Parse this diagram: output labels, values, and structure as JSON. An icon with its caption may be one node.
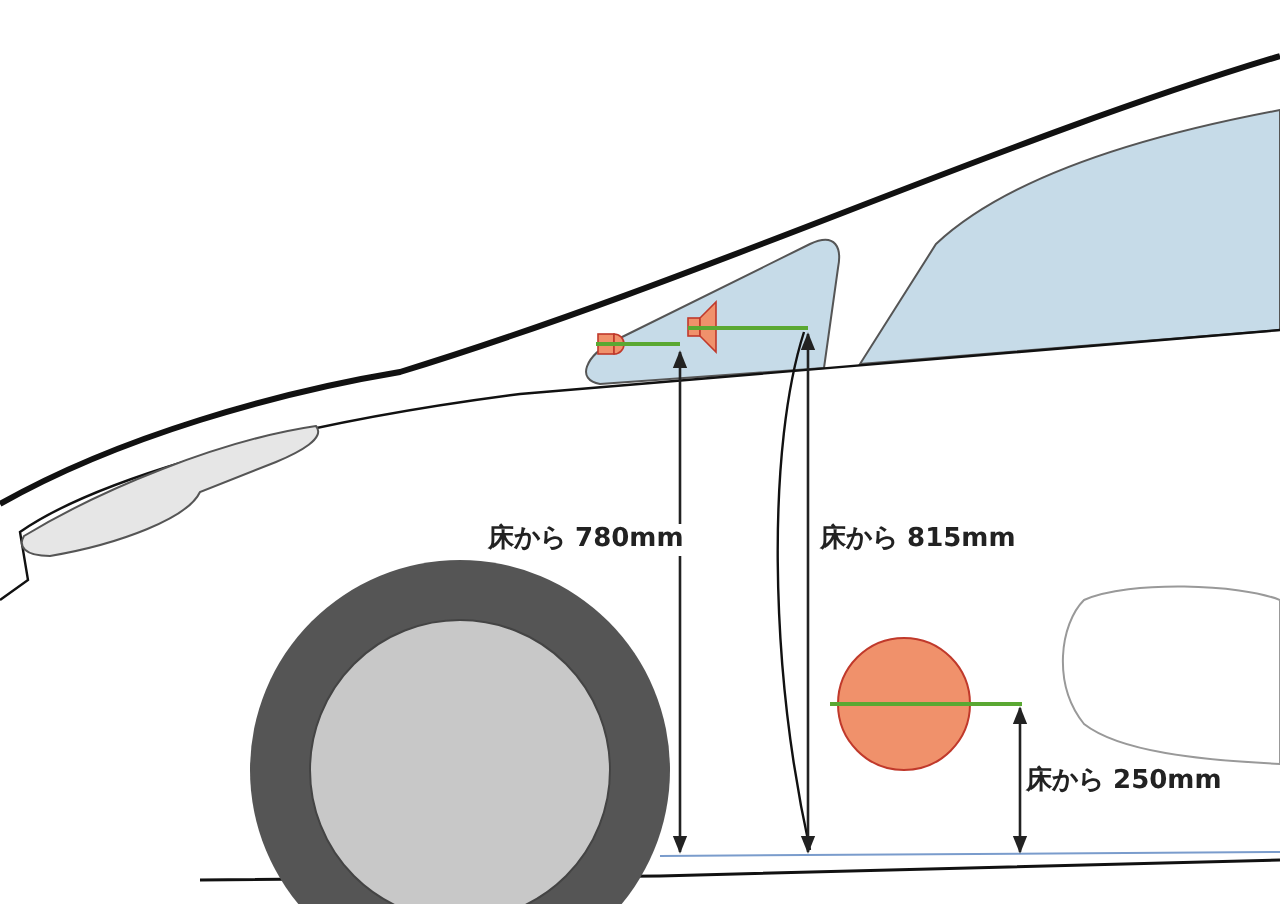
{
  "diagram": {
    "labels": [
      "床から 780mm",
      "床から 815mm",
      "床から 250mm"
    ]
  }
}
